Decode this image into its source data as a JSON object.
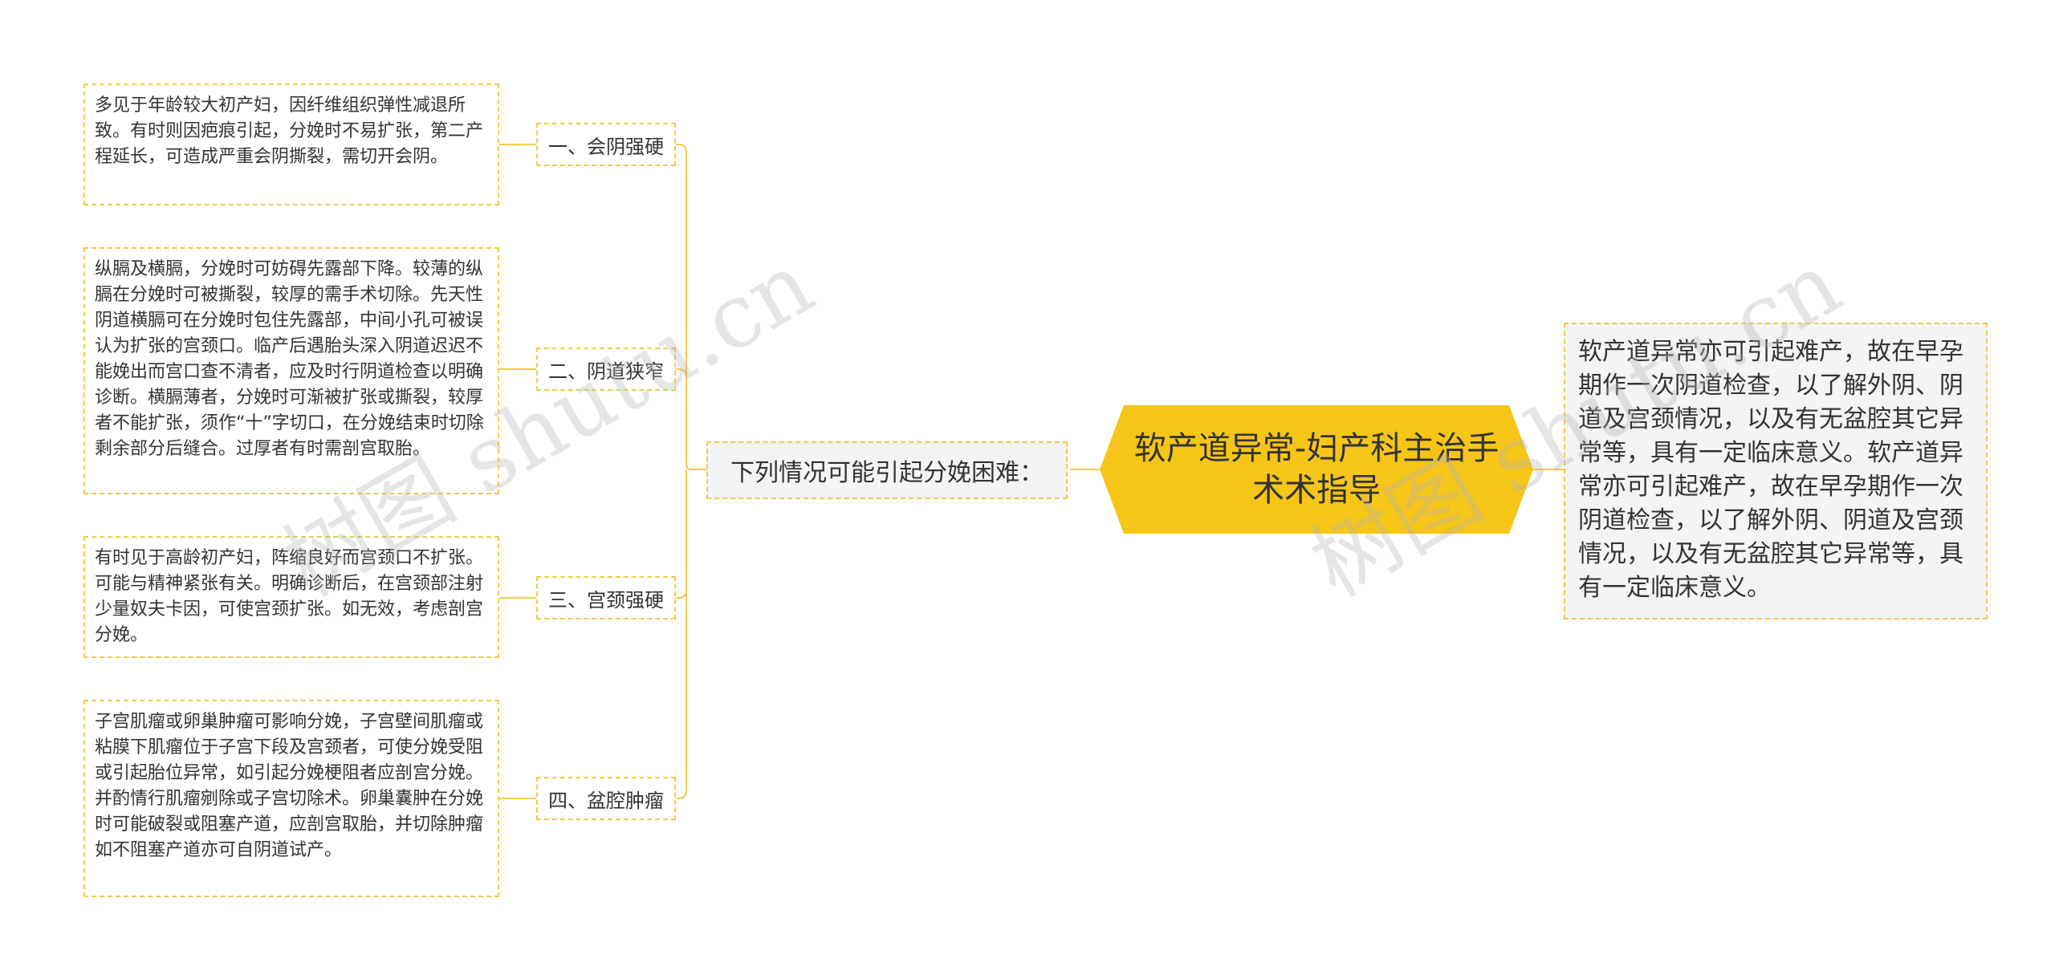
{
  "center": {
    "title": "软产道异常-妇产科主治手术术指导"
  },
  "intro": {
    "label": "下列情况可能引起分娩困难："
  },
  "right_note": {
    "text": "软产道异常亦可引起难产，故在早孕期作一次阴道检查，以了解外阴、阴道及宫颈情况，以及有无盆腔其它异常等，具有一定临床意义。软产道异常亦可引起难产，故在早孕期作一次阴道检查，以了解外阴、阴道及宫颈情况，以及有无盆腔其它异常等，具有一定临床意义。"
  },
  "branches": [
    {
      "label": "一、会阴强硬",
      "detail": "多见于年龄较大初产妇，因纤维组织弹性减退所致。有时则因疤痕引起，分娩时不易扩张，第二产程延长，可造成严重会阴撕裂，需切开会阴。"
    },
    {
      "label": "二、阴道狭窄",
      "detail": "纵膈及横膈，分娩时可妨碍先露部下降。较薄的纵膈在分娩时可被撕裂，较厚的需手术切除。先天性阴道横膈可在分娩时包住先露部，中间小孔可被误认为扩张的宫颈口。临产后遇胎头深入阴道迟迟不能娩出而宫口查不清者，应及时行阴道检查以明确诊断。横膈薄者，分娩时可渐被扩张或撕裂，较厚者不能扩张，须作“十”字切口，在分娩结束时切除剩余部分后缝合。过厚者有时需剖宫取胎。"
    },
    {
      "label": "三、宫颈强硬",
      "detail": "有时见于高龄初产妇，阵缩良好而宫颈口不扩张。可能与精神紧张有关。明确诊断后，在宫颈部注射少量奴夫卡因，可使宫颈扩张。如无效，考虑剖宫分娩。"
    },
    {
      "label": "四、盆腔肿瘤",
      "detail": "子宫肌瘤或卵巢肿瘤可影响分娩，子宫壁间肌瘤或粘膜下肌瘤位于子宫下段及宫颈者，可使分娩受阻或引起胎位异常，如引起分娩梗阻者应剖宫分娩。并酌情行肌瘤剜除或子宫切除术。卵巢囊肿在分娩时可能破裂或阻塞产道，应剖宫取胎，并切除肿瘤如不阻塞产道亦可自阴道试产。"
    }
  ],
  "watermarks": [
    "树图 shutu.cn",
    "树图 shutu.cn"
  ],
  "colors": {
    "accent": "#f5c518",
    "border": "#f2c94c",
    "line": "#f2c94c",
    "mid_bg": "#f2f4f5"
  }
}
